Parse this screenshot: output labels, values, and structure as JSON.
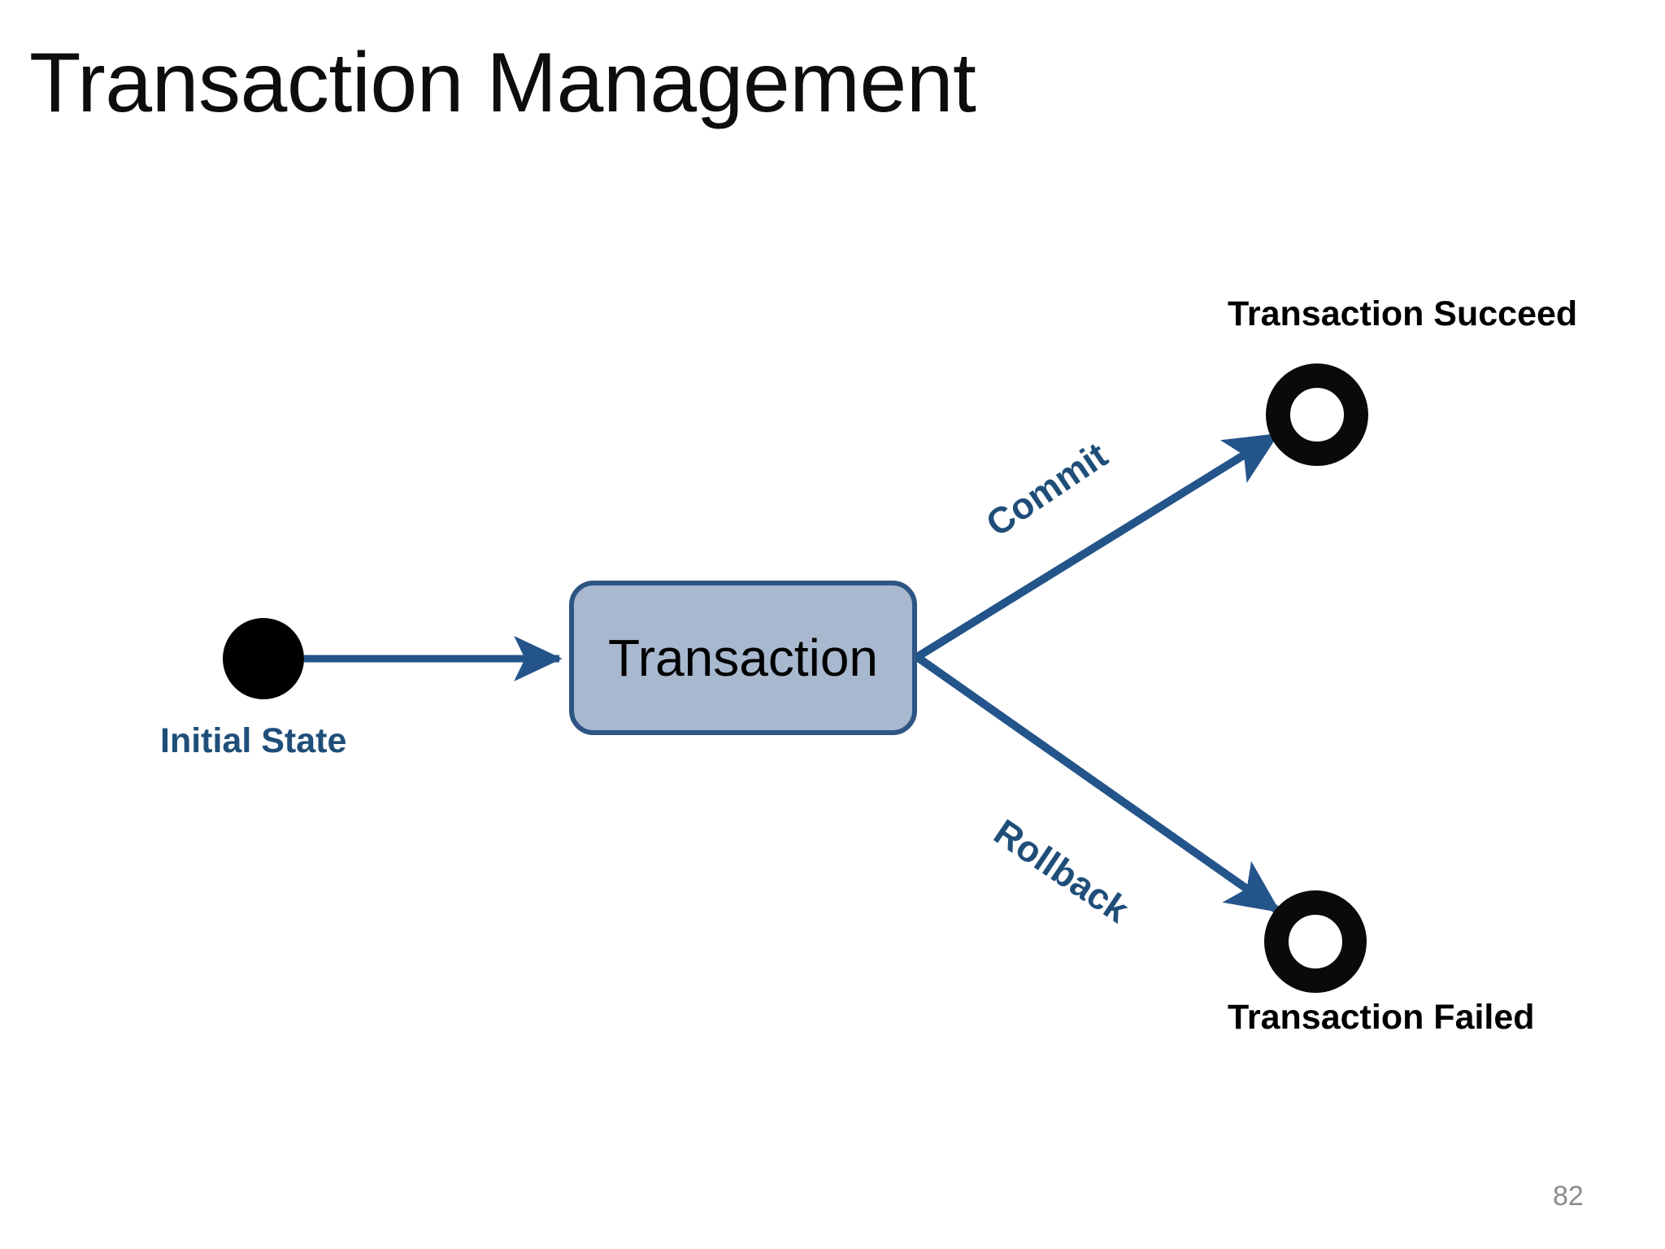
{
  "slide": {
    "title": "Transaction Management",
    "page_number": "82",
    "background_color": "#ffffff"
  },
  "colors": {
    "accent_blue": "#1f4e79",
    "edge_stroke": "#23548a",
    "box_fill": "#a7b8cf",
    "box_border": "#2e5584",
    "node_black": "#0a0a0a",
    "title_text": "#0d0d0d",
    "page_number_text": "#8b8b8b"
  },
  "diagram": {
    "type": "state-machine",
    "nodes": [
      {
        "id": "initial",
        "kind": "initial-state",
        "label": "Initial State",
        "label_color": "#1f4e79",
        "shape": "filled-circle"
      },
      {
        "id": "transaction",
        "kind": "state",
        "label": "Transaction",
        "label_color": "#000000",
        "shape": "rounded-rectangle"
      },
      {
        "id": "succeed",
        "kind": "final-state",
        "label": "Transaction Succeed",
        "label_color": "#000000",
        "shape": "donut-circle"
      },
      {
        "id": "failed",
        "kind": "final-state",
        "label": "Transaction Failed",
        "label_color": "#000000",
        "shape": "donut-circle"
      }
    ],
    "edges": [
      {
        "id": "e1",
        "from": "initial",
        "to": "transaction",
        "label": ""
      },
      {
        "id": "e2",
        "from": "transaction",
        "to": "succeed",
        "label": "Commit"
      },
      {
        "id": "e3",
        "from": "transaction",
        "to": "failed",
        "label": "Rollback"
      }
    ]
  }
}
